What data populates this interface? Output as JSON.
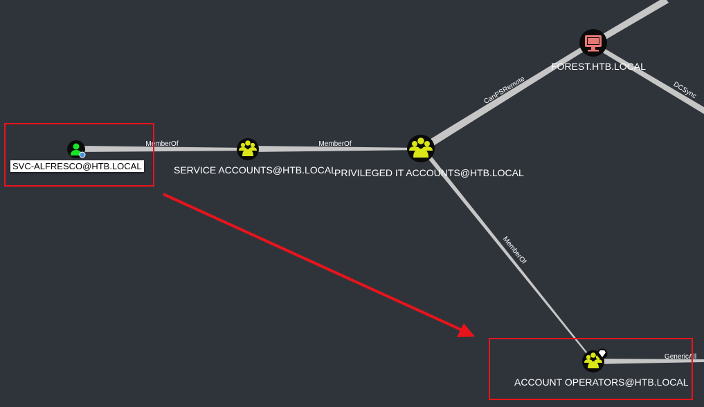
{
  "graph": {
    "nodes": {
      "svc_alfresco": {
        "label": "SVC-ALFRESCO@HTB.LOCAL",
        "kind": "user",
        "icon": "user-icon",
        "selected": true
      },
      "service_accounts": {
        "label": "SERVICE ACCOUNTS@HTB.LOCAL",
        "kind": "group",
        "icon": "group-icon"
      },
      "privileged_it": {
        "label": "PRIVILEGED IT ACCOUNTS@HTB.LOCAL",
        "kind": "group",
        "icon": "group-icon"
      },
      "forest": {
        "label": "FOREST.HTB.LOCAL",
        "kind": "computer",
        "icon": "computer-icon"
      },
      "account_operators": {
        "label": "ACCOUNT OPERATORS@HTB.LOCAL",
        "kind": "group",
        "icon": "group-icon",
        "badge": "high-value-diamond-icon"
      }
    },
    "edges": {
      "e1": "MemberOf",
      "e2": "MemberOf",
      "e3": "CanPSRemote",
      "e4": "DCSync",
      "e5": "MemberOf",
      "e6": "GenericAll"
    }
  },
  "colors": {
    "background": "#2f343b",
    "user_node": "#17e625",
    "group_node": "#dbe617",
    "computer_node": "#e67873",
    "edge": "#c8c8c8",
    "annotation": "#e8141c"
  }
}
